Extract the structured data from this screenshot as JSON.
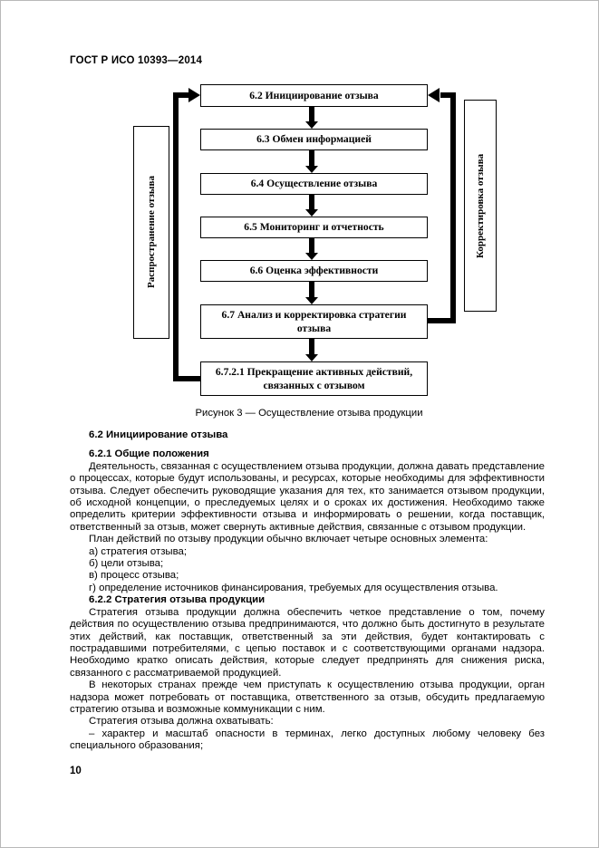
{
  "page": {
    "header": "ГОСТ Р ИСО 10393—2014",
    "page_number": "10"
  },
  "flowchart": {
    "boxes": [
      "6.2 Инициирование отзыва",
      "6.3 Обмен информацией",
      "6.4 Осуществление отзыва",
      "6.5 Мониторинг и отчетность",
      "6.6 Оценка эффективности",
      "6.7 Анализ и корректировка стратегии отзыва",
      "6.7.2.1 Прекращение активных действий, связанных с отзывом"
    ],
    "side_left": "Распространение отзыва",
    "side_right": "Корректировка отзыва",
    "caption": "Рисунок 3 — Осуществление отзыва продукции"
  },
  "content": {
    "heading_62": "6.2 Инициирование отзыва",
    "heading_621": "6.2.1 Общие положения",
    "para_621": "Деятельность, связанная с осуществлением отзыва продукции, должна давать представление о процессах, которые будут использованы, и ресурсах, которые необходимы для эффективности отзыва. Следует обеспечить руководящие указания для тех, кто занимается отзывом продукции, об исходной концепции, о преследуемых целях и о сроках их достижения. Необходимо также определить критерии эффективности отзыва и информировать о решении, когда поставщик, ответственный за отзыв, может свернуть активные действия, связанные с отзывом продукции.",
    "plan_intro": "План действий по отзыву продукции обычно включает четыре основных элемента:",
    "list": [
      "а) стратегия отзыва;",
      "б) цели отзыва;",
      "в) процесс отзыва;",
      "г) определение источников финансирования, требуемых для осуществления отзыва."
    ],
    "heading_622": "6.2.2 Стратегия отзыва продукции",
    "para_622a": "Стратегия отзыва продукции должна обеспечить четкое представление о том, почему действия по осуществлению отзыва предпринимаются, что должно быть достигнуто в результате этих действий, как поставщик, ответственный за эти действия, будет контактировать с пострадавшими потребителями, с цепью поставок и с соответствующими органами надзора. Необходимо кратко описать действия, которые следует предпринять для снижения риска, связанного с рассматриваемой продукцией.",
    "para_622b": "В некоторых странах прежде чем приступать к осуществлению отзыва продукции, орган надзора может потребовать от поставщика, ответственного за отзыв, обсудить предлагаемую стратегию отзыва и возможные коммуникации с ним.",
    "strategy_intro": "Стратегия отзыва должна охватывать:",
    "bullet_1": "– характер и масштаб опасности в терминах, легко доступных любому человеку без специального образования;"
  }
}
